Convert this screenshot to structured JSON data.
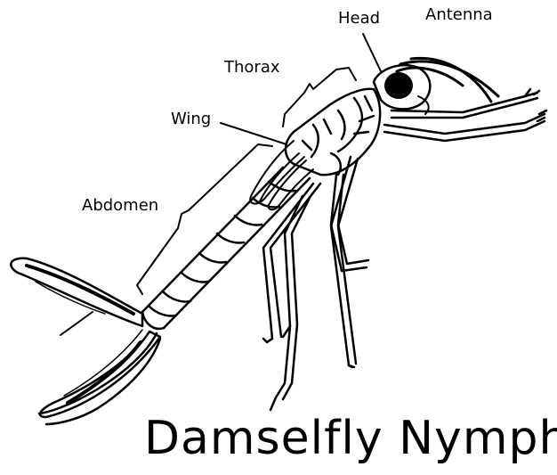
{
  "title": "Damselfly Nymph",
  "labels": {
    "head": "Head",
    "antenna": "Antenna",
    "thorax": "Thorax",
    "wing": "Wing",
    "abdomen": "Abdomen"
  },
  "colors": {
    "ink": "#000000",
    "background": "#ffffff"
  }
}
